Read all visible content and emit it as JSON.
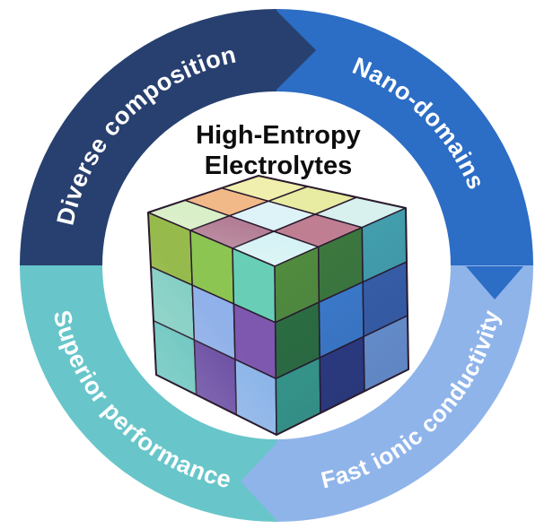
{
  "diagram": {
    "center_title": {
      "line1": "High-Entropy",
      "line2": "Electrolytes",
      "color": "#0d0d0d"
    },
    "ring": {
      "flow_direction": "clockwise",
      "label_color": "#ffffff",
      "segments": [
        {
          "label": "Diverse composition",
          "color": "#28406f",
          "position": "top-left"
        },
        {
          "label": "Nano-domains",
          "color": "#2c6dc5",
          "position": "top-right"
        },
        {
          "label": "Fast ionic conductivity",
          "color": "#8fb4ea",
          "position": "bottom-right"
        },
        {
          "label": "Superior performance",
          "color": "#68c6ca",
          "position": "bottom-left"
        }
      ],
      "arrows": [
        {
          "at": "12-oclock",
          "points": "right"
        },
        {
          "at": "3-oclock",
          "points": "down"
        },
        {
          "at": "6-oclock",
          "points": "left"
        }
      ]
    },
    "cube": {
      "edge_color": "#2a1b2e",
      "top_face": [
        [
          "#d9efc8",
          "#f2b988",
          "#f1efad"
        ],
        [
          "#b37e95",
          "#def3f8",
          "#e7eca2"
        ],
        [
          "#d5f2f4",
          "#c07e92",
          "#d8f0ee"
        ]
      ],
      "left_face": [
        [
          "#97ba4c",
          "#8dc553",
          "#68cfb6"
        ],
        [
          "#85cfc4",
          "#90b1e9",
          "#7e57ae"
        ],
        [
          "#69c5be",
          "#6a4da3",
          "#8db5e9"
        ]
      ],
      "right_face": [
        [
          "#53903f",
          "#3e7c3e",
          "#45a5b2"
        ],
        [
          "#2e7342",
          "#3f80d3",
          "#3a63b0"
        ],
        [
          "#3aa392",
          "#2f3e86",
          "#6f9bdb"
        ]
      ]
    }
  }
}
